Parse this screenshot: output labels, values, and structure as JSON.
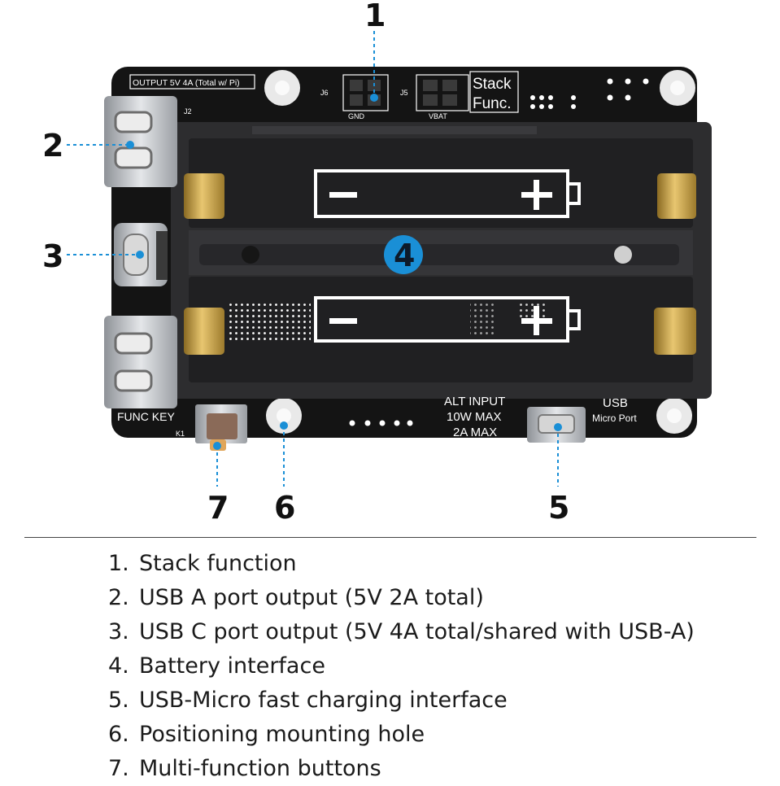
{
  "callouts": {
    "c1": "1",
    "c2": "2",
    "c3": "3",
    "c4": "4",
    "c5": "5",
    "c6": "6",
    "c7": "7"
  },
  "silkscreen": {
    "output": "OUTPUT 5V 4A (Total w/ Pi)",
    "j6": "J6",
    "j5": "J5",
    "j2": "J2",
    "gnd": "GND",
    "vbat": "VBAT",
    "stack": "Stack",
    "func": "Func.",
    "alt_input_1": "ALT INPUT",
    "alt_input_2": "10W MAX",
    "alt_input_3": "2A MAX",
    "usb": "USB",
    "micro_port": "Micro Port",
    "func_key": "FUNC KEY",
    "k1": "K1"
  },
  "legend": [
    {
      "num": "1.",
      "text": "Stack function"
    },
    {
      "num": "2.",
      "text": "USB A port output (5V 2A total)"
    },
    {
      "num": "3.",
      "text": "USB C port output (5V 4A total/shared with USB-A)"
    },
    {
      "num": "4.",
      "text": "Battery interface"
    },
    {
      "num": "5.",
      "text": "USB-Micro fast charging interface"
    },
    {
      "num": "6.",
      "text": "Positioning mounting hole"
    },
    {
      "num": "7.",
      "text": "Multi-function buttons"
    }
  ],
  "colors": {
    "pcb": "#141414",
    "holder": "#2b2b2b",
    "gold": "#c9a24a",
    "accent": "#1a8fd6",
    "metal": "#b9bcc0"
  }
}
